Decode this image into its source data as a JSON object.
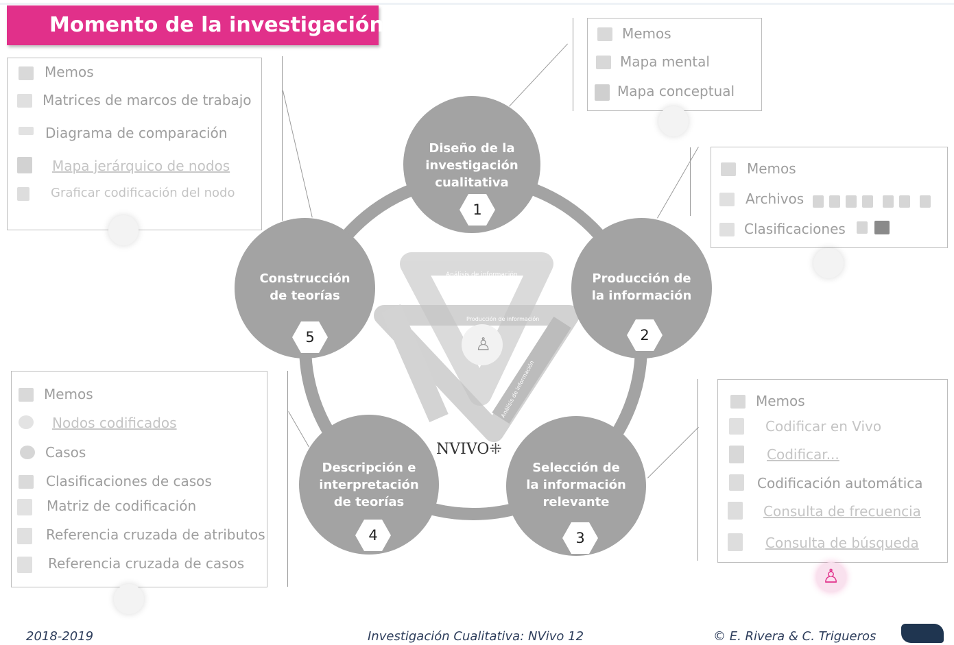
{
  "title": "Momento de la investigación",
  "colors": {
    "accent": "#e1308a",
    "circle": "#a3a3a3",
    "text_gray": "#9e9e9e"
  },
  "stages": [
    {
      "label": "Diseño de la\ninvestigación\ncualitativa",
      "number": "1"
    },
    {
      "label": "Producción de\nla información",
      "number": "2"
    },
    {
      "label": "Selección de\nla información\nrelevante",
      "number": "3"
    },
    {
      "label": "Descripción e\ninterpretación\nde teorías",
      "number": "4"
    },
    {
      "label": "Construcción\nde teorías",
      "number": "5"
    }
  ],
  "center": {
    "logo": "NVIVO",
    "logo_mark": "⁜",
    "bands": [
      "Análisis de información",
      "Producción de información",
      "Análisis de información",
      "Análisis de información"
    ]
  },
  "panel_top_left": {
    "items": [
      {
        "label": "Memos",
        "icon": "memo-icon"
      },
      {
        "label": "Matrices de marcos de trabajo",
        "icon": "matrix-icon"
      },
      {
        "label": "Diagrama de comparación",
        "icon": "comparison-diagram-icon"
      },
      {
        "label": "Mapa jerárquico de nodos",
        "icon": "hierarchy-map-icon"
      },
      {
        "label": "Graficar codificación del nodo",
        "icon": "bar-chart-icon"
      }
    ]
  },
  "panel_top_right": {
    "items": [
      {
        "label": "Memos",
        "icon": "memo-icon"
      },
      {
        "label": "Mapa mental",
        "icon": "mind-map-icon"
      },
      {
        "label": "Mapa conceptual",
        "icon": "concept-map-icon"
      }
    ]
  },
  "panel_right_mid": {
    "items": [
      {
        "label": "Memos",
        "icon": "memo-icon"
      },
      {
        "label": "Archivos",
        "icon": "files-icon"
      },
      {
        "label": "Clasificaciones",
        "icon": "classification-icon"
      }
    ]
  },
  "panel_bottom_left": {
    "items": [
      {
        "label": "Memos",
        "icon": "memo-icon"
      },
      {
        "label": "Nodos codificados",
        "icon": "node-icon"
      },
      {
        "label": "Casos",
        "icon": "case-icon"
      },
      {
        "label": "Clasificaciones de casos",
        "icon": "case-classification-icon"
      },
      {
        "label": "Matriz de codificación",
        "icon": "coding-matrix-icon"
      },
      {
        "label": "Referencia cruzada de atributos",
        "icon": "crosstab-icon"
      },
      {
        "label": "Referencia cruzada de casos",
        "icon": "crosstab-icon"
      }
    ]
  },
  "panel_bottom_right": {
    "items": [
      {
        "label": "Memos",
        "icon": "memo-icon"
      },
      {
        "label": "Codificar en Vivo",
        "icon": "in-vivo-icon"
      },
      {
        "label": "Codificar...",
        "icon": "code-icon"
      },
      {
        "label": "Codificación automática",
        "icon": "auto-code-icon"
      },
      {
        "label": "Consulta de frecuencia",
        "icon": "frequency-query-icon"
      },
      {
        "label": "Consulta de búsqueda",
        "icon": "search-query-icon"
      }
    ]
  },
  "footer": {
    "year": "2018-2019",
    "course": "Investigación Cualitativa: NVivo 12",
    "authors": "© E. Rivera & C. Trigueros"
  }
}
